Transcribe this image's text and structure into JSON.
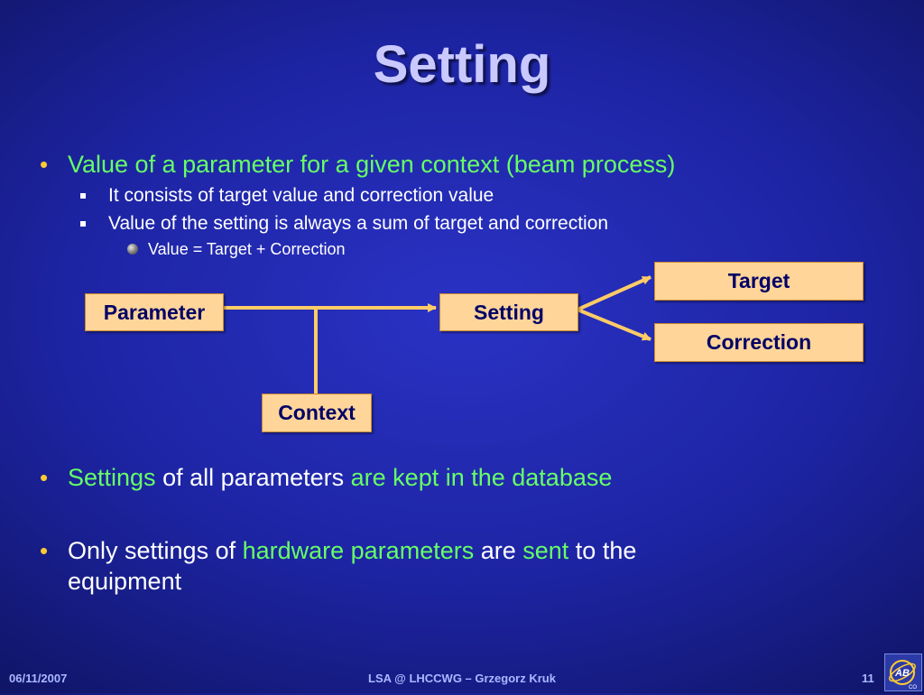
{
  "slide": {
    "title": "Setting",
    "bullet1": {
      "text": "Value of a parameter for a given context (beam process)",
      "sub": [
        "It consists of target value and correction value",
        "Value of the setting is always a sum of target and correction"
      ],
      "subsub": "Value = Target + Correction"
    },
    "bullet2": {
      "part1": "Settings",
      "part2": " of all parameters ",
      "part3": "are kept in the database"
    },
    "bullet3": {
      "part1": "Only settings of ",
      "part2": "hardware parameters",
      "part3": " are ",
      "part4": "sent",
      "part5": " to the",
      "line2": "equipment"
    }
  },
  "diagram": {
    "parameter": "Parameter",
    "setting": "Setting",
    "target": "Target",
    "correction": "Correction",
    "context": "Context"
  },
  "footer": {
    "date": "06/11/2007",
    "center": "LSA @ LHCCWG – Grzegorz Kruk",
    "page": "11"
  },
  "logo": {
    "text": "AB",
    "sub": "CO"
  },
  "colors": {
    "highlight": "#66ff66",
    "title": "#c9c9ff",
    "box_fill": "#ffd599",
    "connector": "#ffcc66"
  }
}
